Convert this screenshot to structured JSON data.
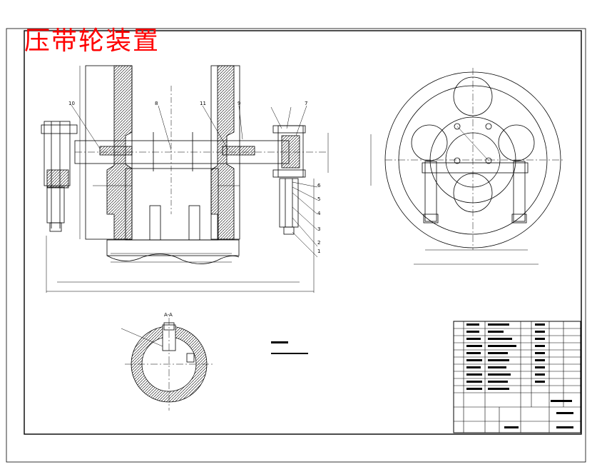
{
  "drawing": {
    "title": "压带轮装置",
    "title_color": "#ff0000",
    "line_color": "#000000",
    "background": "#ffffff",
    "section_label": "A-A",
    "part_callouts": [
      "1",
      "2",
      "3",
      "4",
      "5",
      "6",
      "7",
      "8",
      "9",
      "10",
      "11"
    ]
  }
}
